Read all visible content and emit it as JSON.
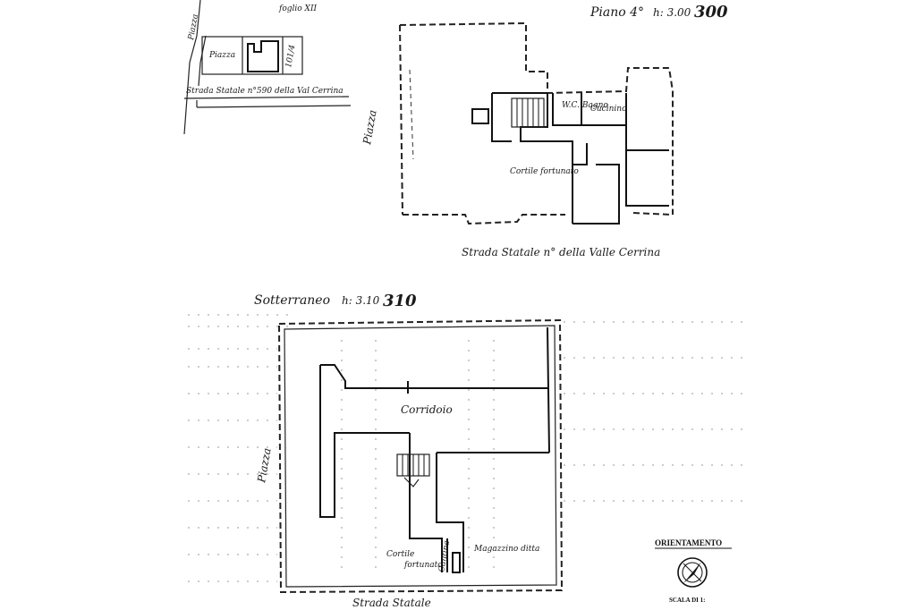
{
  "cadastral": {
    "sheet_label": "foglio XII",
    "street_side": "Piazza",
    "square_label": "Piazza",
    "parcel_label": "101/4",
    "road_label": "Strada Statale n°590 della Val Cerrina"
  },
  "floor4": {
    "title": "Piano 4°",
    "height_note": "h: 3.00",
    "height_value": "300",
    "side_label": "Piazza",
    "rooms": {
      "wc_bagno": "W.C. Bagno",
      "cucinino": "Cucinino",
      "cortile": "Cortile fortunato"
    },
    "road_label": "Strada Statale n° della Valle Cerrina"
  },
  "basement": {
    "title": "Sotterraneo",
    "height_note": "h: 3.10",
    "height_value": "310",
    "side_label": "Piazza",
    "rooms": {
      "corridoio": "Corridoio",
      "magazzino": "Magazzino ditta",
      "cortile_a": "Cortile",
      "cortile_b": "fortunato",
      "cantina": "Cantina"
    },
    "road_label": "Strada Statale"
  },
  "orientation": {
    "title": "ORIENTAMENTO",
    "scale": "SCALA DI 1:"
  }
}
